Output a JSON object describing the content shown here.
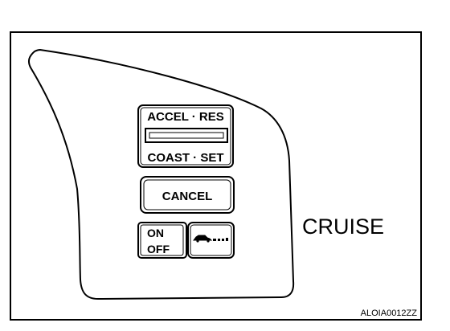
{
  "controls": {
    "accel_res_label": "ACCEL · RES",
    "coast_set_label": "COAST · SET",
    "cancel_label": "CANCEL",
    "on_label": "ON",
    "off_label": "OFF"
  },
  "callout": {
    "cruise_label": "CRUISE"
  },
  "figure": {
    "code": "ALOIA0012ZZ"
  },
  "icons": {
    "distance_button": "vehicle-distance-icon"
  }
}
